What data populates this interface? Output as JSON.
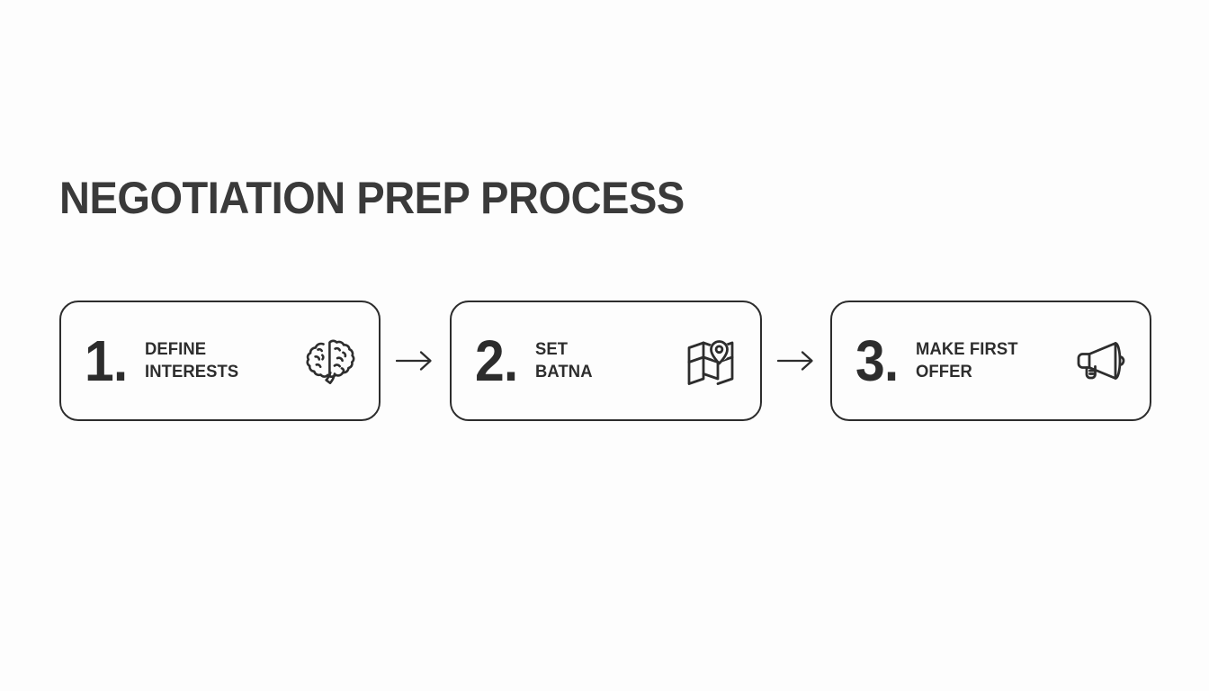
{
  "slide": {
    "title": "NEGOTIATION PREP PROCESS",
    "background_color": "#fdfdfd",
    "ink_color": "#2d2d2d",
    "title_color": "#3a3a3a"
  },
  "flow": {
    "connector_symbol": "→",
    "steps": [
      {
        "number": "1.",
        "label_line1": "DEFINE",
        "label_line2": "INTERESTS",
        "icon": "brain-icon"
      },
      {
        "number": "2.",
        "label_line1": "SET",
        "label_line2": "BATNA",
        "icon": "folded-map-pin-icon"
      },
      {
        "number": "3.",
        "label_line1": "MAKE FIRST",
        "label_line2": "OFFER",
        "icon": "megaphone-icon"
      }
    ]
  }
}
